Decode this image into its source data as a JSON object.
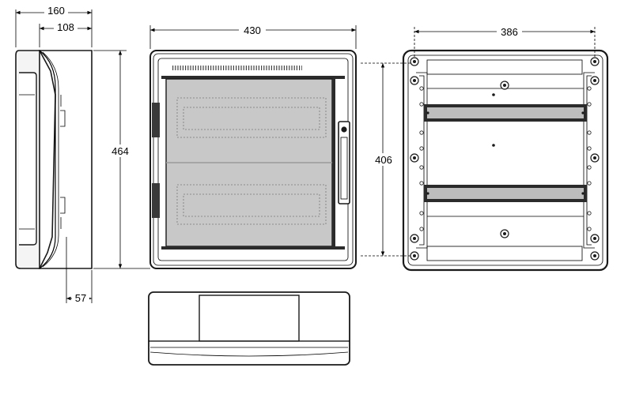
{
  "dimensions": {
    "side_depth": "160",
    "side_inner_depth": "108",
    "height": "464",
    "bottom_offset": "57",
    "front_width": "430",
    "rail_spacing_width": "386",
    "rail_spacing_height": "406"
  },
  "colors": {
    "line": "#000000",
    "dark_frame": "#2b2b2b",
    "window_fill": "#c8c8c8",
    "rail_fill": "#bdbdbd",
    "hinge": "#3a3a3a"
  }
}
